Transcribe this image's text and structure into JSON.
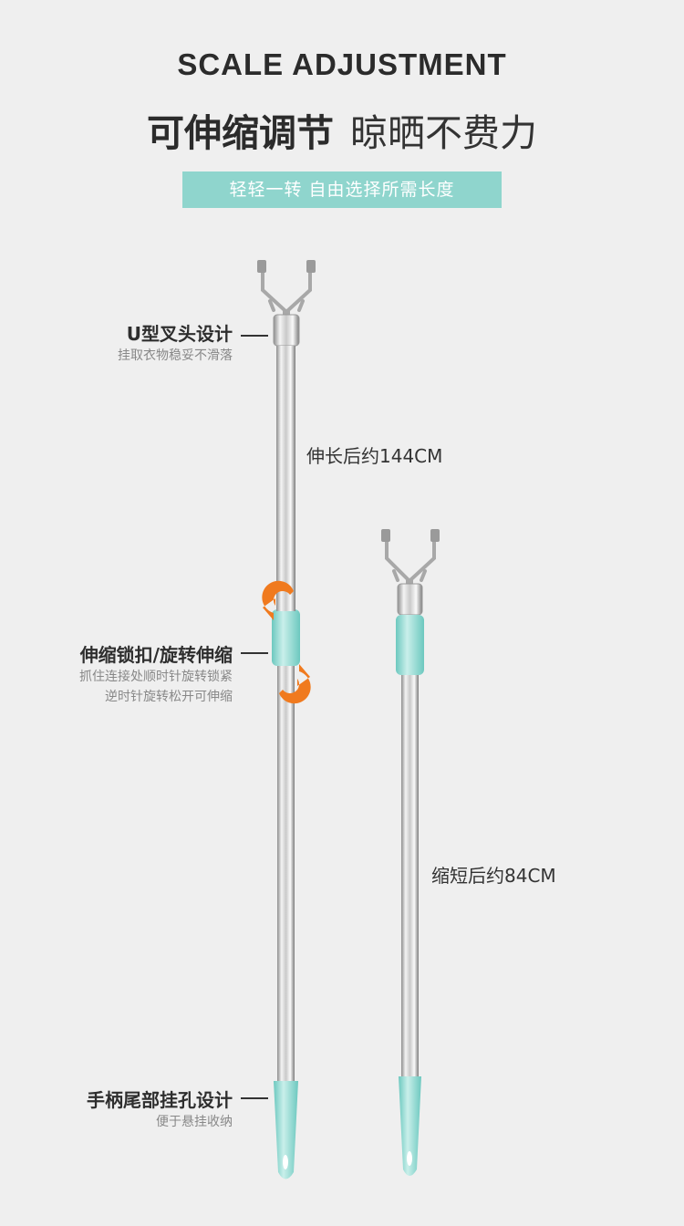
{
  "header": {
    "title_en": "SCALE ADJUSTMENT",
    "title_cn_bold": "可伸缩调节",
    "title_cn_light": "晾晒不费力",
    "banner": "轻轻一转  自由选择所需长度"
  },
  "annotations": {
    "fork": {
      "title": "U型叉头设计",
      "sub": "挂取衣物稳妥不滑落"
    },
    "lock": {
      "title": "伸缩锁扣/旋转伸缩",
      "sub1": "抓住连接处顺时针旋转锁紧",
      "sub2": "逆时针旋转松开可伸缩"
    },
    "handle": {
      "title": "手柄尾部挂孔设计",
      "sub": "便于悬挂收纳"
    }
  },
  "lengths": {
    "extended": "伸长后约144CM",
    "shortened": "缩短后约84CM"
  },
  "colors": {
    "accent": "#8fd5cd",
    "rotate_arrows": "#f07a1e",
    "background": "#efefef"
  }
}
